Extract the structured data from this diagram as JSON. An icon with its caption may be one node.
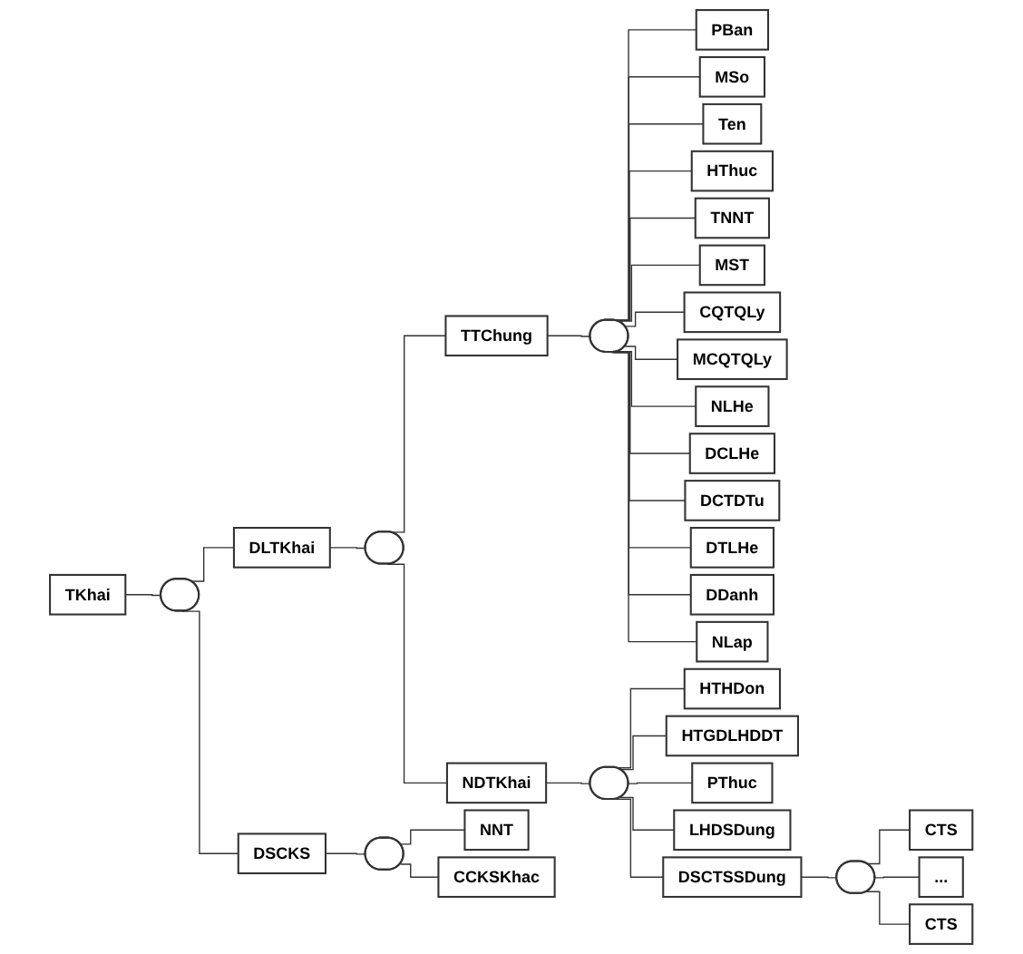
{
  "diagram": {
    "nodes": [
      {
        "text": [
          "TKhai"
        ]
      },
      {
        "text": [],
        "shape": "oval"
      },
      {
        "text": [
          "DLTKhai"
        ]
      },
      {
        "text": [],
        "shape": "oval"
      },
      {
        "text": [
          "TTChung"
        ]
      },
      {
        "text": [],
        "shape": "oval"
      },
      {
        "text": [
          "PBan"
        ]
      },
      {
        "text": [
          "MSo"
        ]
      },
      {
        "text": [
          "Ten"
        ]
      },
      {
        "text": [
          "HThuc"
        ]
      },
      {
        "text": [
          "TNNT"
        ]
      },
      {
        "text": [
          "MST"
        ]
      },
      {
        "text": [
          "CQTQLy"
        ]
      },
      {
        "text": [
          "MCQTQLy"
        ]
      },
      {
        "text": [
          "NLHe"
        ]
      },
      {
        "text": [
          "DCLHe"
        ]
      },
      {
        "text": [
          "DCTDTu"
        ]
      },
      {
        "text": [
          "DTLHe"
        ]
      },
      {
        "text": [
          "DDanh"
        ]
      },
      {
        "text": [
          "NLap"
        ]
      },
      {
        "text": [
          "NDTKhai"
        ]
      },
      {
        "text": [],
        "shape": "oval"
      },
      {
        "text": [
          "HTHDon"
        ]
      },
      {
        "text": [
          "HTGDLHDDT"
        ]
      },
      {
        "text": [
          "PThuc"
        ]
      },
      {
        "text": [
          "LHDSDung"
        ]
      },
      {
        "text": [
          "DSCTSSDung"
        ]
      },
      {
        "text": [],
        "shape": "oval"
      },
      {
        "text": [
          "CTS"
        ]
      },
      {
        "text": [
          "..."
        ]
      },
      {
        "text": [
          "CTS"
        ]
      },
      {
        "text": [
          "DSCKS"
        ]
      },
      {
        "text": [],
        "shape": "oval"
      },
      {
        "text": [
          "NNT"
        ]
      },
      {
        "text": [
          "CCKSKhac"
        ]
      }
    ],
    "edges": [
      {
        "from": 0,
        "to": 1,
        "arrow": "none"
      },
      {
        "from": 1,
        "to": 2,
        "arrow": "none"
      },
      {
        "from": 2,
        "to": 3,
        "arrow": "none"
      },
      {
        "from": 3,
        "to": 4,
        "arrow": "none"
      },
      {
        "from": 4,
        "to": 5,
        "arrow": "none"
      },
      {
        "from": 5,
        "to": 6,
        "arrow": "none"
      },
      {
        "from": 5,
        "to": 7,
        "arrow": "none"
      },
      {
        "from": 5,
        "to": 8,
        "arrow": "none"
      },
      {
        "from": 5,
        "to": 9,
        "arrow": "none"
      },
      {
        "from": 5,
        "to": 10,
        "arrow": "none"
      },
      {
        "from": 5,
        "to": 11,
        "arrow": "none"
      },
      {
        "from": 5,
        "to": 12,
        "arrow": "none"
      },
      {
        "from": 5,
        "to": 13,
        "arrow": "none"
      },
      {
        "from": 5,
        "to": 14,
        "arrow": "none"
      },
      {
        "from": 5,
        "to": 15,
        "arrow": "none"
      },
      {
        "from": 5,
        "to": 16,
        "arrow": "none"
      },
      {
        "from": 5,
        "to": 17,
        "arrow": "none"
      },
      {
        "from": 5,
        "to": 18,
        "arrow": "none"
      },
      {
        "from": 5,
        "to": 19,
        "arrow": "none"
      },
      {
        "from": 3,
        "to": 20,
        "arrow": "none"
      },
      {
        "from": 20,
        "to": 21,
        "arrow": "none"
      },
      {
        "from": 21,
        "to": 22,
        "arrow": "none"
      },
      {
        "from": 21,
        "to": 23,
        "arrow": "none"
      },
      {
        "from": 21,
        "to": 24,
        "arrow": "none"
      },
      {
        "from": 21,
        "to": 25,
        "arrow": "none"
      },
      {
        "from": 21,
        "to": 26,
        "arrow": "none"
      },
      {
        "from": 26,
        "to": 27,
        "arrow": "none"
      },
      {
        "from": 27,
        "to": 28,
        "arrow": "none"
      },
      {
        "from": 27,
        "to": 29,
        "arrow": "none"
      },
      {
        "from": 27,
        "to": 30,
        "arrow": "none"
      },
      {
        "from": 1,
        "to": 31,
        "arrow": "none"
      },
      {
        "from": 31,
        "to": 32,
        "arrow": "none"
      },
      {
        "from": 32,
        "to": 33,
        "arrow": "none"
      },
      {
        "from": 32,
        "to": 34,
        "arrow": "none"
      }
    ]
  }
}
